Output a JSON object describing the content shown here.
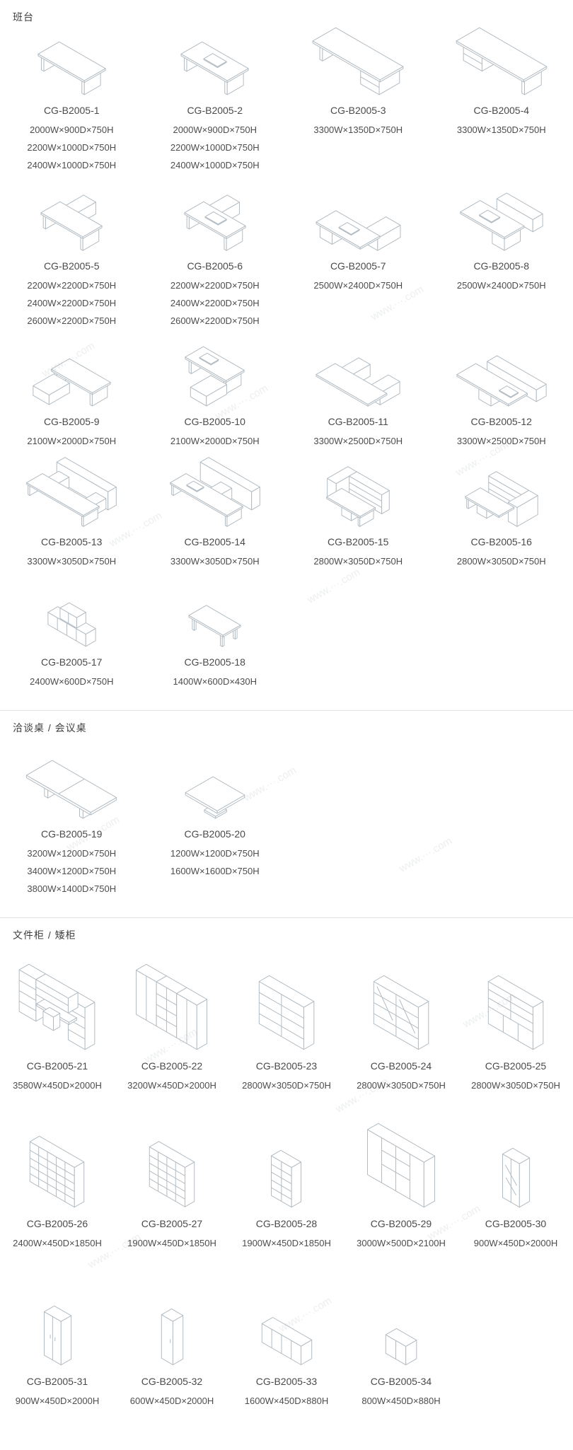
{
  "page": {
    "background": "#ffffff",
    "line_color": "#b3bcc3",
    "text_color": "#4d4d4d",
    "divider_color": "#e2e2e2",
    "watermark": "www.···.com"
  },
  "sections": [
    {
      "title": "班台",
      "columns": 4,
      "items": [
        {
          "model": "CG-B2005-1",
          "icon": "desk-a",
          "sizes": [
            "2000W×900D×750H",
            "2200W×1000D×750H",
            "2400W×1000D×750H"
          ]
        },
        {
          "model": "CG-B2005-2",
          "icon": "desk-b",
          "sizes": [
            "2000W×900D×750H",
            "2200W×1000D×750H",
            "2400W×1000D×750H"
          ]
        },
        {
          "model": "CG-B2005-3",
          "icon": "desk-c",
          "sizes": [
            "3300W×1350D×750H"
          ]
        },
        {
          "model": "CG-B2005-4",
          "icon": "desk-d",
          "sizes": [
            "3300W×1350D×750H"
          ]
        },
        {
          "model": "CG-B2005-5",
          "icon": "desk-e",
          "sizes": [
            "2200W×2200D×750H",
            "2400W×2200D×750H",
            "2600W×2200D×750H"
          ]
        },
        {
          "model": "CG-B2005-6",
          "icon": "desk-f",
          "sizes": [
            "2200W×2200D×750H",
            "2400W×2200D×750H",
            "2600W×2200D×750H"
          ]
        },
        {
          "model": "CG-B2005-7",
          "icon": "desk-g",
          "sizes": [
            "2500W×2400D×750H"
          ]
        },
        {
          "model": "CG-B2005-8",
          "icon": "desk-h",
          "sizes": [
            "2500W×2400D×750H"
          ]
        },
        {
          "model": "CG-B2005-9",
          "icon": "desk-i",
          "sizes": [
            "2100W×2000D×750H"
          ]
        },
        {
          "model": "CG-B2005-10",
          "icon": "desk-j",
          "sizes": [
            "2100W×2000D×750H"
          ]
        },
        {
          "model": "CG-B2005-11",
          "icon": "desk-k",
          "sizes": [
            "3300W×2500D×750H"
          ]
        },
        {
          "model": "CG-B2005-12",
          "icon": "desk-l",
          "sizes": [
            "3300W×2500D×750H"
          ]
        },
        {
          "model": "CG-B2005-13",
          "icon": "desk-u1",
          "sizes": [
            "3300W×3050D×750H"
          ]
        },
        {
          "model": "CG-B2005-14",
          "icon": "desk-u2",
          "sizes": [
            "3300W×3050D×750H"
          ]
        },
        {
          "model": "CG-B2005-15",
          "icon": "desk-v1",
          "sizes": [
            "2800W×3050D×750H"
          ]
        },
        {
          "model": "CG-B2005-16",
          "icon": "desk-v2",
          "sizes": [
            "2800W×3050D×750H"
          ]
        },
        {
          "model": "CG-B2005-17",
          "icon": "credenza-hutch",
          "sizes": [
            "2400W×600D×750H"
          ]
        },
        {
          "model": "CG-B2005-18",
          "icon": "table-simple",
          "sizes": [
            "1400W×600D×430H"
          ]
        }
      ]
    },
    {
      "title": "洽谈桌 / 会议桌",
      "columns": 4,
      "items": [
        {
          "model": "CG-B2005-19",
          "icon": "conference-table",
          "sizes": [
            "3200W×1200D×750H",
            "3400W×1200D×750H",
            "3800W×1400D×750H"
          ]
        },
        {
          "model": "CG-B2005-20",
          "icon": "square-table",
          "sizes": [
            "1200W×1200D×750H",
            "1600W×1600D×750H"
          ]
        }
      ]
    },
    {
      "title": "文件柜 / 矮柜",
      "columns": 5,
      "items": [
        {
          "model": "CG-B2005-21",
          "icon": "wall-unit",
          "sizes": [
            "3580W×450D×2000H"
          ]
        },
        {
          "model": "CG-B2005-22",
          "icon": "cabinet-combo",
          "sizes": [
            "3200W×450D×2000H"
          ]
        },
        {
          "model": "CG-B2005-23",
          "icon": "bookcase-shelves",
          "sizes": [
            "2800W×3050D×750H"
          ]
        },
        {
          "model": "CG-B2005-24",
          "icon": "bookcase-mirror",
          "sizes": [
            "2800W×3050D×750H"
          ]
        },
        {
          "model": "CG-B2005-25",
          "icon": "bookcase-doors",
          "sizes": [
            "2800W×3050D×750H"
          ]
        },
        {
          "model": "CG-B2005-26",
          "icon": "grid-shelf-wide",
          "sizes": [
            "2400W×450D×1850H"
          ]
        },
        {
          "model": "CG-B2005-27",
          "icon": "grid-shelf",
          "sizes": [
            "1900W×450D×1850H"
          ]
        },
        {
          "model": "CG-B2005-28",
          "icon": "open-shelf-narrow",
          "sizes": [
            "1900W×450D×1850H"
          ]
        },
        {
          "model": "CG-B2005-29",
          "icon": "wardrobe-wide",
          "sizes": [
            "3000W×500D×2100H"
          ]
        },
        {
          "model": "CG-B2005-30",
          "icon": "tall-cabinet-glass",
          "sizes": [
            "900W×450D×2000H"
          ]
        },
        {
          "model": "CG-B2005-31",
          "icon": "tall-cabinet-2door",
          "sizes": [
            "900W×450D×2000H"
          ]
        },
        {
          "model": "CG-B2005-32",
          "icon": "tall-cabinet-1door",
          "sizes": [
            "600W×450D×2000H"
          ]
        },
        {
          "model": "CG-B2005-33",
          "icon": "low-credenza-4door",
          "sizes": [
            "1600W×450D×880H"
          ]
        },
        {
          "model": "CG-B2005-34",
          "icon": "low-cabinet-small",
          "sizes": [
            "800W×450D×880H"
          ]
        }
      ]
    }
  ]
}
